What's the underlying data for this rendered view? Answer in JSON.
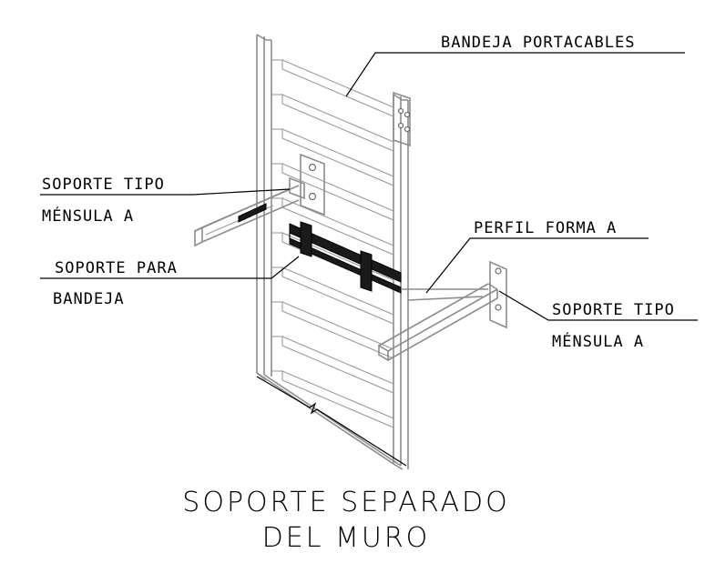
{
  "labels": {
    "bandeja_portacables": "BANDEJA PORTACABLES",
    "soporte_tipo_left_1": "SOPORTE TIPO",
    "soporte_tipo_left_2": "MÉNSULA A",
    "perfil_forma": "PERFIL FORMA A",
    "soporte_para_1": "SOPORTE PARA",
    "soporte_para_2": "BANDEJA",
    "soporte_tipo_right_1": "SOPORTE TIPO",
    "soporte_tipo_right_2": "MÉNSULA A"
  },
  "title": {
    "line1": "SOPORTE SEPARADO",
    "line2": "DEL MURO"
  },
  "colors": {
    "metal": "#8c8c8c",
    "ink": "#000000",
    "background": "#ffffff"
  }
}
